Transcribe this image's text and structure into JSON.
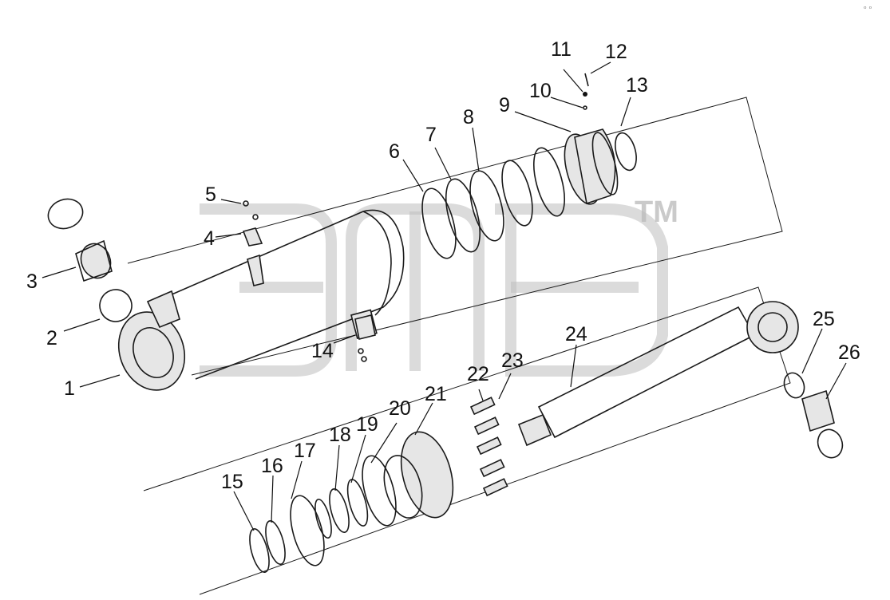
{
  "diagram": {
    "kind": "exploded parts view",
    "watermark_trademark": "TM",
    "corner_mark": "ᵒ ᵒ",
    "callouts": [
      {
        "id": "1",
        "label": "1"
      },
      {
        "id": "2",
        "label": "2"
      },
      {
        "id": "3",
        "label": "3"
      },
      {
        "id": "4",
        "label": "4"
      },
      {
        "id": "5",
        "label": "5"
      },
      {
        "id": "6",
        "label": "6"
      },
      {
        "id": "7",
        "label": "7"
      },
      {
        "id": "8",
        "label": "8"
      },
      {
        "id": "9",
        "label": "9"
      },
      {
        "id": "10",
        "label": "10"
      },
      {
        "id": "11",
        "label": "11"
      },
      {
        "id": "12",
        "label": "12"
      },
      {
        "id": "13",
        "label": "13"
      },
      {
        "id": "14",
        "label": "14"
      },
      {
        "id": "15",
        "label": "15"
      },
      {
        "id": "16",
        "label": "16"
      },
      {
        "id": "17",
        "label": "17"
      },
      {
        "id": "18",
        "label": "18"
      },
      {
        "id": "19",
        "label": "19"
      },
      {
        "id": "20",
        "label": "20"
      },
      {
        "id": "21",
        "label": "21"
      },
      {
        "id": "22",
        "label": "22"
      },
      {
        "id": "23",
        "label": "23"
      },
      {
        "id": "24",
        "label": "24"
      },
      {
        "id": "25",
        "label": "25"
      },
      {
        "id": "26",
        "label": "26"
      }
    ]
  }
}
